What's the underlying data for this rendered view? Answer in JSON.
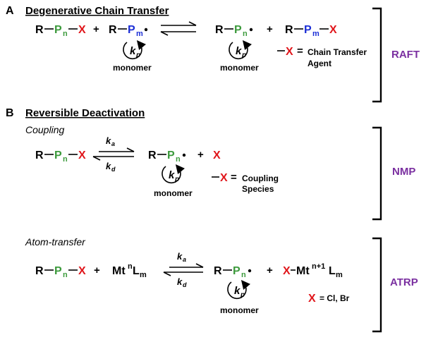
{
  "colors": {
    "green": "#3c9a3c",
    "blue": "#1c2fd6",
    "red": "#e0161b",
    "purple": "#7a2fa0",
    "black": "#000000"
  },
  "sectionA": {
    "letter": "A",
    "title": "Degenerative Chain Transfer",
    "eq": {
      "r": "R",
      "p": "P",
      "n": "n",
      "m": "m",
      "x": "X",
      "plus": "+"
    },
    "kp": "k",
    "kp_sub": "p",
    "monomer": "monomer",
    "def_x": "X",
    "def_eq": "=",
    "def_text1": "Chain Transfer",
    "def_text2": "Agent",
    "method": "RAFT"
  },
  "sectionB": {
    "letter": "B",
    "title": "Reversible Deactivation",
    "coupling": {
      "heading": "Coupling",
      "ka": "k",
      "ka_sub": "a",
      "kd": "k",
      "kd_sub": "d",
      "def_x": "X",
      "def_eq": "=",
      "def_text1": "Coupling",
      "def_text2": "Species",
      "monomer": "monomer",
      "method": "NMP"
    },
    "atom": {
      "heading": "Atom-transfer",
      "mt": "Mt",
      "mt_sup": "n",
      "l": "L",
      "l_sub": "m",
      "mt2": "Mt",
      "mt2_sup": "n+1",
      "x_def": "X",
      "x_def_rest": "= Cl, Br",
      "monomer": "monomer",
      "method": "ATRP"
    }
  }
}
